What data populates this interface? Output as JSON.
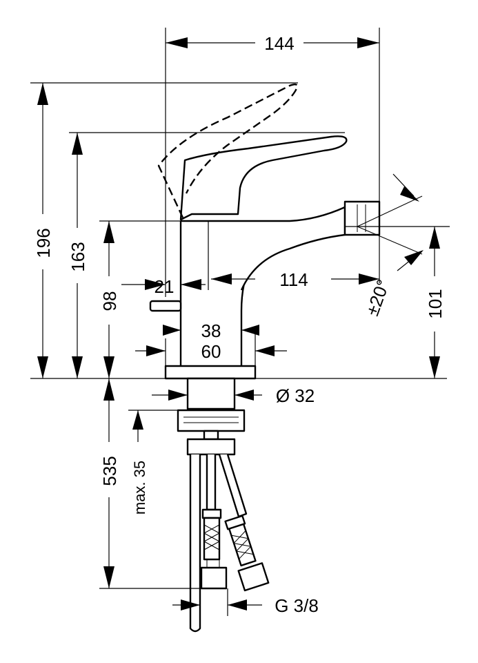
{
  "dimensions": {
    "width_total": "144",
    "height_lever_raised": "196",
    "height_lever": "163",
    "height_spout": "98",
    "spout_height": "101",
    "spout_reach": "114",
    "popup_offset": "21",
    "base_width_inner": "38",
    "base_width_outer": "60",
    "spray_angle": "±20°",
    "mount_hole": "Ø 32",
    "max_counter": "max. 35",
    "hose_length": "535",
    "connection": "G 3/8"
  }
}
